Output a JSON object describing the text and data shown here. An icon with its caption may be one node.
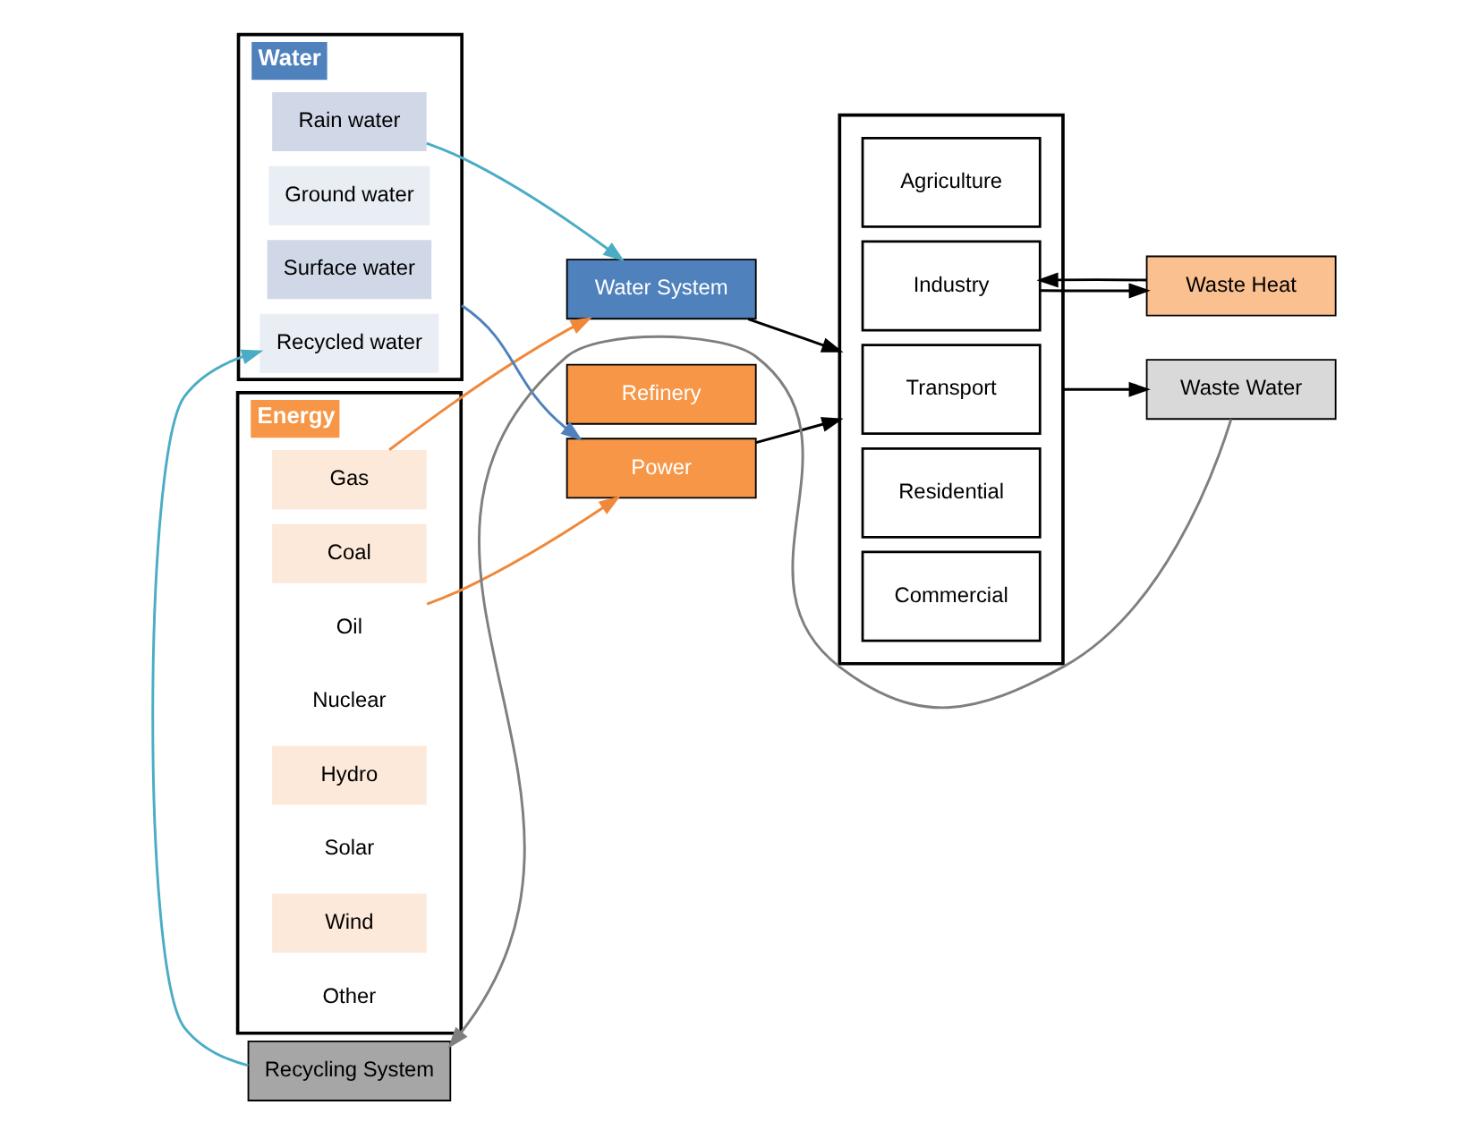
{
  "diagram": {
    "nodes": [
      {
        "text": [
          "Energy"
        ]
      },
      {
        "text": [
          "Coal"
        ],
        "in": 0
      },
      {
        "text": [
          "Oil"
        ],
        "in": 0
      },
      {
        "text": [
          "Gas"
        ],
        "in": 0
      },
      {
        "text": [
          "Nuclear"
        ],
        "in": 0
      },
      {
        "text": [
          "Hydro"
        ],
        "in": 0
      },
      {
        "text": [
          "Solar"
        ],
        "in": 0
      },
      {
        "text": [
          "Wind"
        ],
        "in": 0
      },
      {
        "text": [
          "Other"
        ],
        "in": 0
      },
      {
        "text": [
          "Power"
        ]
      },
      {
        "text": [
          "Refinery"
        ]
      },
      {
        "text": [],
        "shape": "box"
      },
      {
        "text": [
          "Agriculture"
        ],
        "in": 11
      },
      {
        "text": [
          "Industry"
        ],
        "in": 11
      },
      {
        "text": [
          "Transport"
        ],
        "in": 11
      },
      {
        "text": [
          "Residential"
        ],
        "in": 11
      },
      {
        "text": [
          "Commercial"
        ],
        "in": 11
      },
      {
        "text": [
          "Waste Heat"
        ]
      },
      {
        "text": [
          "Water"
        ]
      },
      {
        "text": [
          "Rain water"
        ],
        "in": 18
      },
      {
        "text": [
          "Ground water"
        ],
        "in": 18
      },
      {
        "text": [
          "Surface water"
        ],
        "in": 18
      },
      {
        "text": [
          "Recycled water"
        ],
        "in": 18
      },
      {
        "text": [
          "Water System"
        ]
      },
      {
        "text": [
          "Waste Water"
        ]
      },
      {
        "text": [
          "Recycling System"
        ]
      }
    ],
    "edges": [
      {
        "from": 2,
        "to": 9,
        "arrow": "to",
        "color": "#f0883a"
      },
      {
        "from": 3,
        "to": 23,
        "arrow": "to",
        "color": "#f0883a"
      },
      {
        "from": 18,
        "to": 9,
        "arrow": "to",
        "color": "#4f81bd"
      },
      {
        "from": 19,
        "to": 23,
        "arrow": "to",
        "color": "#4bacc6"
      },
      {
        "from": 9,
        "to": 11,
        "arrow": "to"
      },
      {
        "from": 23,
        "to": 11,
        "arrow": "to"
      },
      {
        "from": 13,
        "to": 17,
        "arrow": "to"
      },
      {
        "from": 17,
        "to": 13,
        "arrow": "to"
      },
      {
        "from": 11,
        "to": 24,
        "arrow": "to"
      },
      {
        "from": 24,
        "to": 25,
        "arrow": "to",
        "color": "#7f7f7f"
      },
      {
        "from": 25,
        "to": 22,
        "arrow": "to",
        "color": "#4bacc6"
      }
    ]
  }
}
